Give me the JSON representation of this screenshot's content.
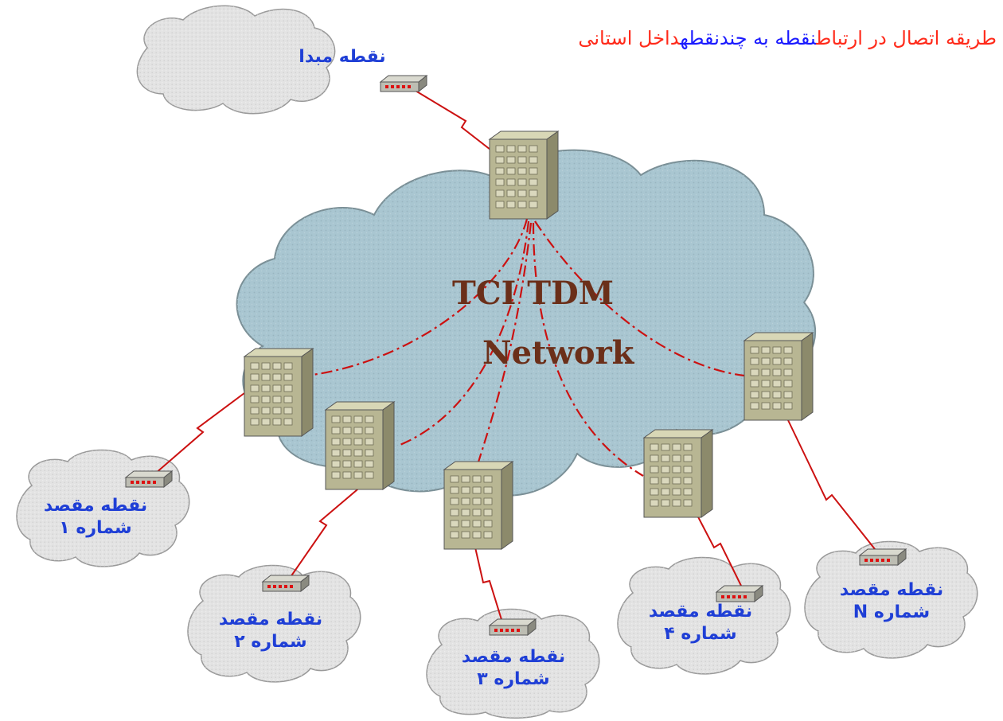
{
  "title": {
    "part1": "طریقه اتصال در ارتباط",
    "part2": "نقطه به چندنقطه",
    "part3": "داخل استانی"
  },
  "network": {
    "line1": "TCI TDM",
    "line2": "Network"
  },
  "source_label": "نقطه مبدا",
  "destinations": [
    {
      "line1": "نقطه مقصد",
      "line2": "شماره ۱"
    },
    {
      "line1": "نقطه مقصد",
      "line2": "شماره ۲"
    },
    {
      "line1": "نقطه مقصد",
      "line2": "شماره ۳"
    },
    {
      "line1": "نقطه مقصد",
      "line2": "شماره ۴"
    },
    {
      "line1": "نقطه مقصد",
      "line2": "شماره N"
    }
  ],
  "colors": {
    "link": "#cc1111",
    "cloud": "#a9c6d1",
    "small_cloud": "#e3e3e3",
    "label": "#1f3fd6",
    "network_text": "#6b2f19",
    "title_red": "#ff2a1a",
    "title_blue": "#1a1aff"
  },
  "icons": {
    "node": "mux-server-icon",
    "endpoint": "modem-icon"
  }
}
